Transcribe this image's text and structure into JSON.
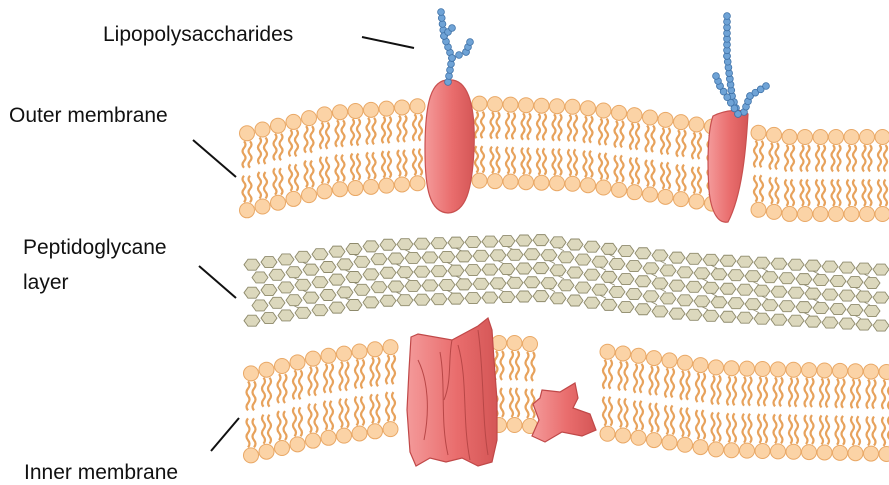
{
  "labels": {
    "lipopolysaccharides": "Lipopolysaccharides",
    "outer_membrane": "Outer membrane",
    "peptidoglycane_line1": "Peptidoglycane",
    "peptidoglycane_line2": "layer",
    "inner_membrane": "Inner membrane"
  },
  "colors": {
    "lipid_head_fill": "#fbd3a6",
    "lipid_head_stroke": "#e9a866",
    "lipid_tail": "#e7a25c",
    "protein_fill": "#ec7b7b",
    "protein_edge": "#c04848",
    "lps_bead": "#6fa3d6",
    "peptidoglycan_fill": "#dcd8bd",
    "peptidoglycan_stroke": "#8e8a6c"
  }
}
